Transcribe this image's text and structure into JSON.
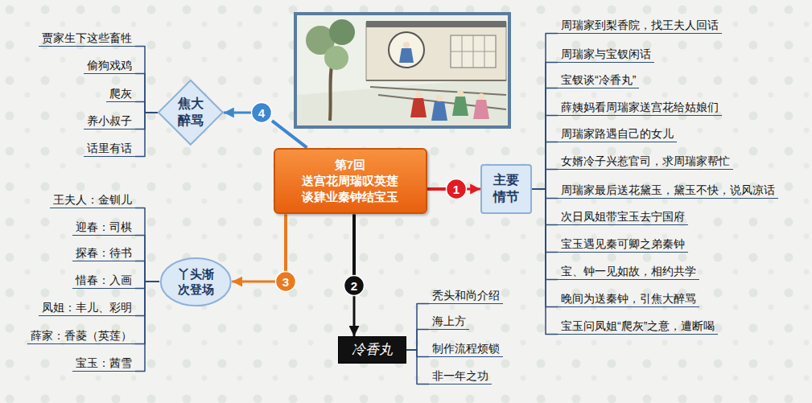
{
  "diagram": {
    "nodes": [
      {
        "text": [
          "第7回",
          "送宫花周瑞叹英莲 谈肄业秦钟结宝玉"
        ]
      },
      {
        "text": [
          "1"
        ]
      },
      {
        "text": [
          "主要情节"
        ]
      },
      {
        "text": [
          "周瑞家到梨香院，找王夫人回话"
        ]
      },
      {
        "text": [
          "周瑞家与宝钗闲话"
        ]
      },
      {
        "text": [
          "宝钗谈“冷香丸”"
        ]
      },
      {
        "text": [
          "薛姨妈看周瑞家送宫花给姑娘们"
        ]
      },
      {
        "text": [
          "周瑞家路遇自己的女儿"
        ]
      },
      {
        "text": [
          "女婿冷子兴惹官司，求周瑞家帮忙"
        ]
      },
      {
        "text": [
          "周瑞家最后送花黛玉，黛玉不快，说风凉话"
        ]
      },
      {
        "text": [
          "次日凤姐带宝玉去宁国府"
        ]
      },
      {
        "text": [
          "宝玉遇见秦可卿之弟秦钟"
        ]
      },
      {
        "text": [
          "宝、钟一见如故，相约共学"
        ]
      },
      {
        "text": [
          "晚间为送秦钟，引焦大醉骂"
        ]
      },
      {
        "text": [
          "宝玉问凤姐“爬灰”之意，遭断喝"
        ]
      },
      {
        "text": [
          "2"
        ]
      },
      {
        "text": [
          "冷香丸"
        ]
      },
      {
        "text": [
          "秃头和尚介绍"
        ]
      },
      {
        "text": [
          "海上方"
        ]
      },
      {
        "text": [
          "制作流程烦锁"
        ]
      },
      {
        "text": [
          "非一年之功"
        ]
      },
      {
        "text": [
          "3"
        ]
      },
      {
        "text": [
          "丫头渐次登场"
        ]
      },
      {
        "text": [
          "王夫人：金钏儿"
        ]
      },
      {
        "text": [
          "迎春：司棋"
        ]
      },
      {
        "text": [
          "探春：待书"
        ]
      },
      {
        "text": [
          "惜春：入画"
        ]
      },
      {
        "text": [
          "凤姐：丰儿、彩明"
        ]
      },
      {
        "text": [
          "薛家：香菱（英莲）"
        ]
      },
      {
        "text": [
          "宝玉：茜雪"
        ]
      },
      {
        "text": [
          "4"
        ]
      },
      {
        "text": [
          "焦大醉骂"
        ]
      },
      {
        "text": [
          "贾家生下这些畜牲"
        ]
      },
      {
        "text": [
          "偷狗戏鸡"
        ]
      },
      {
        "text": [
          "爬灰"
        ]
      },
      {
        "text": [
          "养小叔子"
        ]
      },
      {
        "text": [
          "话里有话"
        ]
      }
    ],
    "edges": [
      {
        "from": 0,
        "to": 1,
        "arrow": "none"
      },
      {
        "from": 1,
        "to": 2,
        "arrow": "to"
      },
      {
        "from": 2,
        "to": 3,
        "arrow": "none"
      },
      {
        "from": 2,
        "to": 4,
        "arrow": "none"
      },
      {
        "from": 2,
        "to": 5,
        "arrow": "none"
      },
      {
        "from": 2,
        "to": 6,
        "arrow": "none"
      },
      {
        "from": 2,
        "to": 7,
        "arrow": "none"
      },
      {
        "from": 2,
        "to": 8,
        "arrow": "none"
      },
      {
        "from": 2,
        "to": 9,
        "arrow": "none"
      },
      {
        "from": 2,
        "to": 10,
        "arrow": "none"
      },
      {
        "from": 2,
        "to": 11,
        "arrow": "none"
      },
      {
        "from": 2,
        "to": 12,
        "arrow": "none"
      },
      {
        "from": 2,
        "to": 13,
        "arrow": "none"
      },
      {
        "from": 2,
        "to": 14,
        "arrow": "none"
      },
      {
        "from": 0,
        "to": 15,
        "arrow": "none"
      },
      {
        "from": 15,
        "to": 16,
        "arrow": "to"
      },
      {
        "from": 16,
        "to": 17,
        "arrow": "none"
      },
      {
        "from": 16,
        "to": 18,
        "arrow": "none"
      },
      {
        "from": 16,
        "to": 19,
        "arrow": "none"
      },
      {
        "from": 16,
        "to": 20,
        "arrow": "none"
      },
      {
        "from": 0,
        "to": 21,
        "arrow": "none"
      },
      {
        "from": 21,
        "to": 22,
        "arrow": "to"
      },
      {
        "from": 22,
        "to": 23,
        "arrow": "none"
      },
      {
        "from": 22,
        "to": 24,
        "arrow": "none"
      },
      {
        "from": 22,
        "to": 25,
        "arrow": "none"
      },
      {
        "from": 22,
        "to": 26,
        "arrow": "none"
      },
      {
        "from": 22,
        "to": 27,
        "arrow": "none"
      },
      {
        "from": 22,
        "to": 28,
        "arrow": "none"
      },
      {
        "from": 22,
        "to": 29,
        "arrow": "none"
      },
      {
        "from": 0,
        "to": 30,
        "arrow": "none"
      },
      {
        "from": 30,
        "to": 31,
        "arrow": "to"
      },
      {
        "from": 31,
        "to": 32,
        "arrow": "none"
      },
      {
        "from": 31,
        "to": 33,
        "arrow": "none"
      },
      {
        "from": 31,
        "to": 34,
        "arrow": "none"
      },
      {
        "from": 31,
        "to": 35,
        "arrow": "none"
      },
      {
        "from": 31,
        "to": 36,
        "arrow": "none"
      }
    ]
  }
}
